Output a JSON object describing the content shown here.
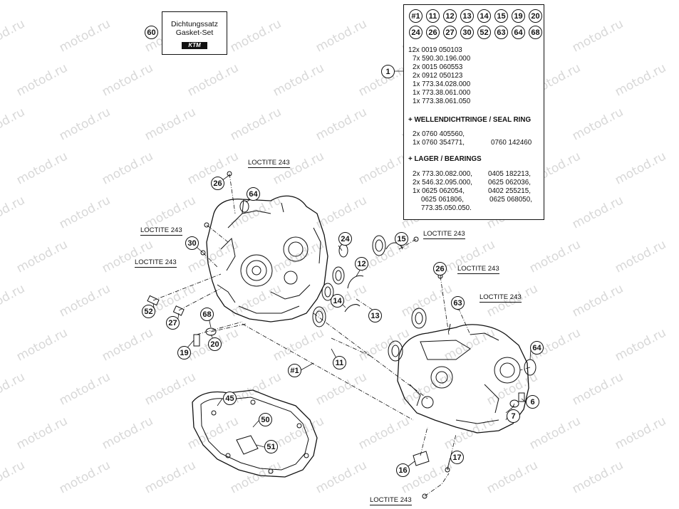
{
  "watermark": "motod.ru",
  "gasket_set": {
    "callout": "60",
    "line1": "Dichtungssatz",
    "line2": "Gasket-Set",
    "logo": "KTM"
  },
  "kit": {
    "callouts_row1": [
      "#1",
      "11",
      "12",
      "13",
      "14",
      "15",
      "19",
      "20"
    ],
    "callouts_row2": [
      "24",
      "26",
      "27",
      "30",
      "52",
      "63",
      "64",
      "68"
    ],
    "main_callout": "1",
    "parts": [
      "12x 0019 050103",
      "7x 590.30.196.000",
      "2x 0015 060553",
      "2x 0912 050123",
      "1x 773.34.028.000",
      "1x 773.38.061.000",
      "1x 773.38.061.050"
    ],
    "seal_heading": "+ WELLENDICHTRINGE /  SEAL RING",
    "seal_lines": [
      "2x 0760 405560,",
      "1x 0760 354771,"
    ],
    "seal_extra": "0760 142460",
    "bearing_heading": "+ LAGER / BEARINGS",
    "bearing_left": [
      "2x 773.30.082.000,",
      "2x 546.32.095.000,",
      "1x 0625 062054,",
      "0625 061806,",
      "773.35.050.050."
    ],
    "bearing_right": [
      "0405 182213,",
      "0625 062036,",
      "0402 255215,",
      "0625 068050,"
    ]
  },
  "loctite_label": "LOCTITE 243",
  "callouts": {
    "c26a": "26",
    "c64a": "64",
    "c30": "30",
    "c24": "24",
    "c15": "15",
    "c12": "12",
    "c14": "14",
    "c13": "13",
    "c52": "52",
    "c27": "27",
    "c68": "68",
    "c19": "19",
    "c20": "20",
    "c11": "11",
    "c1b": "#1",
    "c26b": "26",
    "c63": "63",
    "c64b": "64",
    "c7": "7",
    "c6": "6",
    "c45": "45",
    "c50": "50",
    "c51": "51",
    "c16": "16",
    "c17": "17"
  }
}
